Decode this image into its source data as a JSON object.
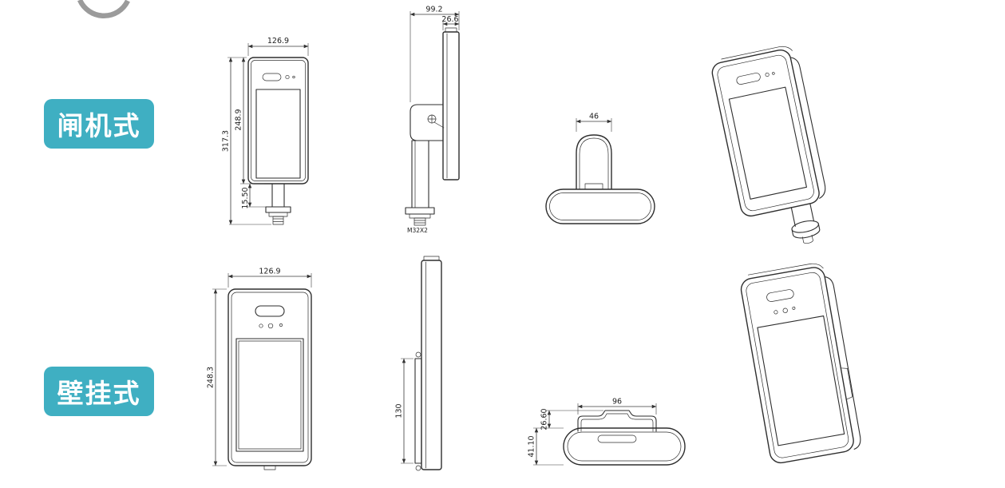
{
  "page": {
    "background": "#ffffff",
    "accent_color": "#3fafc2",
    "line_color": "#2e2e2e"
  },
  "sections": {
    "gate": {
      "label": "闸机式",
      "front": {
        "width": "126.9",
        "total_height": "317.3",
        "body_height": "248.9",
        "stem_height": "15.50"
      },
      "side": {
        "total_depth": "99.2",
        "panel_depth": "26.6",
        "thread_spec": "M32X2"
      },
      "top": {
        "head_width": "46"
      }
    },
    "wall": {
      "label": "壁挂式",
      "front": {
        "width": "126.9",
        "height": "248.3"
      },
      "side": {
        "bracket_height": "130"
      },
      "top": {
        "bracket_depth": "26.60",
        "bracket_width": "96",
        "base_depth": "41.10"
      }
    }
  }
}
